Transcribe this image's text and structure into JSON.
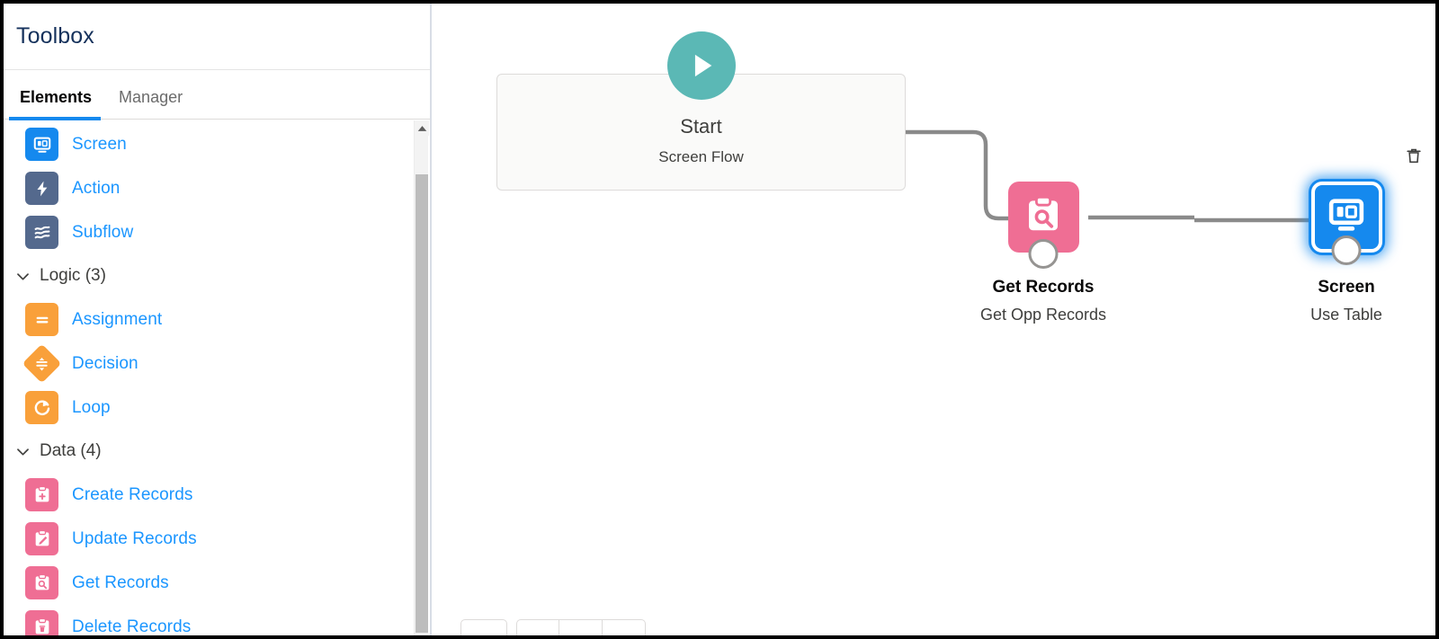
{
  "sidebar": {
    "title": "Toolbox",
    "tabs": [
      {
        "label": "Elements",
        "active": true
      },
      {
        "label": "Manager",
        "active": false
      }
    ],
    "interaction_group": {
      "items": [
        {
          "label": "Screen",
          "icon": "screen-icon",
          "color": "#1589ee"
        },
        {
          "label": "Action",
          "icon": "bolt-icon",
          "color": "#54698d"
        },
        {
          "label": "Subflow",
          "icon": "subflow-icon",
          "color": "#54698d"
        }
      ]
    },
    "logic_group": {
      "header": "Logic (3)",
      "chevron": "chevron-down-icon",
      "items": [
        {
          "label": "Assignment",
          "icon": "assignment-icon",
          "color": "#f9a03a"
        },
        {
          "label": "Decision",
          "icon": "decision-icon",
          "color": "#f9a03a"
        },
        {
          "label": "Loop",
          "icon": "loop-icon",
          "color": "#f9a03a"
        }
      ]
    },
    "data_group": {
      "header": "Data (4)",
      "chevron": "chevron-down-icon",
      "items": [
        {
          "label": "Create Records",
          "icon": "create-records-icon",
          "color": "#ef6e94"
        },
        {
          "label": "Update Records",
          "icon": "update-records-icon",
          "color": "#ef6e94"
        },
        {
          "label": "Get Records",
          "icon": "get-records-icon",
          "color": "#ef6e94"
        },
        {
          "label": "Delete Records",
          "icon": "delete-records-icon",
          "color": "#ef6e94"
        }
      ]
    },
    "scrollbar": {
      "up_arrow_icon": "caret-up-icon"
    }
  },
  "canvas": {
    "start": {
      "title": "Start",
      "subtitle": "Screen Flow",
      "play_icon": "play-icon",
      "accent": "#5bb8b5"
    },
    "nodes": [
      {
        "name": "Get Records",
        "label": "Get Opp Records",
        "icon": "get-records-icon",
        "color": "#ef6e94",
        "selected": false
      },
      {
        "name": "Screen",
        "label": "Use Table",
        "icon": "screen-icon",
        "color": "#1589ee",
        "selected": true,
        "delete_icon": "trash-icon"
      }
    ],
    "connector_color": "#8a8a8a",
    "zoom_toolbar": {
      "buttons": [
        "fit-button",
        "zoom-out-button",
        "zoom-level-button",
        "zoom-in-button"
      ]
    }
  }
}
